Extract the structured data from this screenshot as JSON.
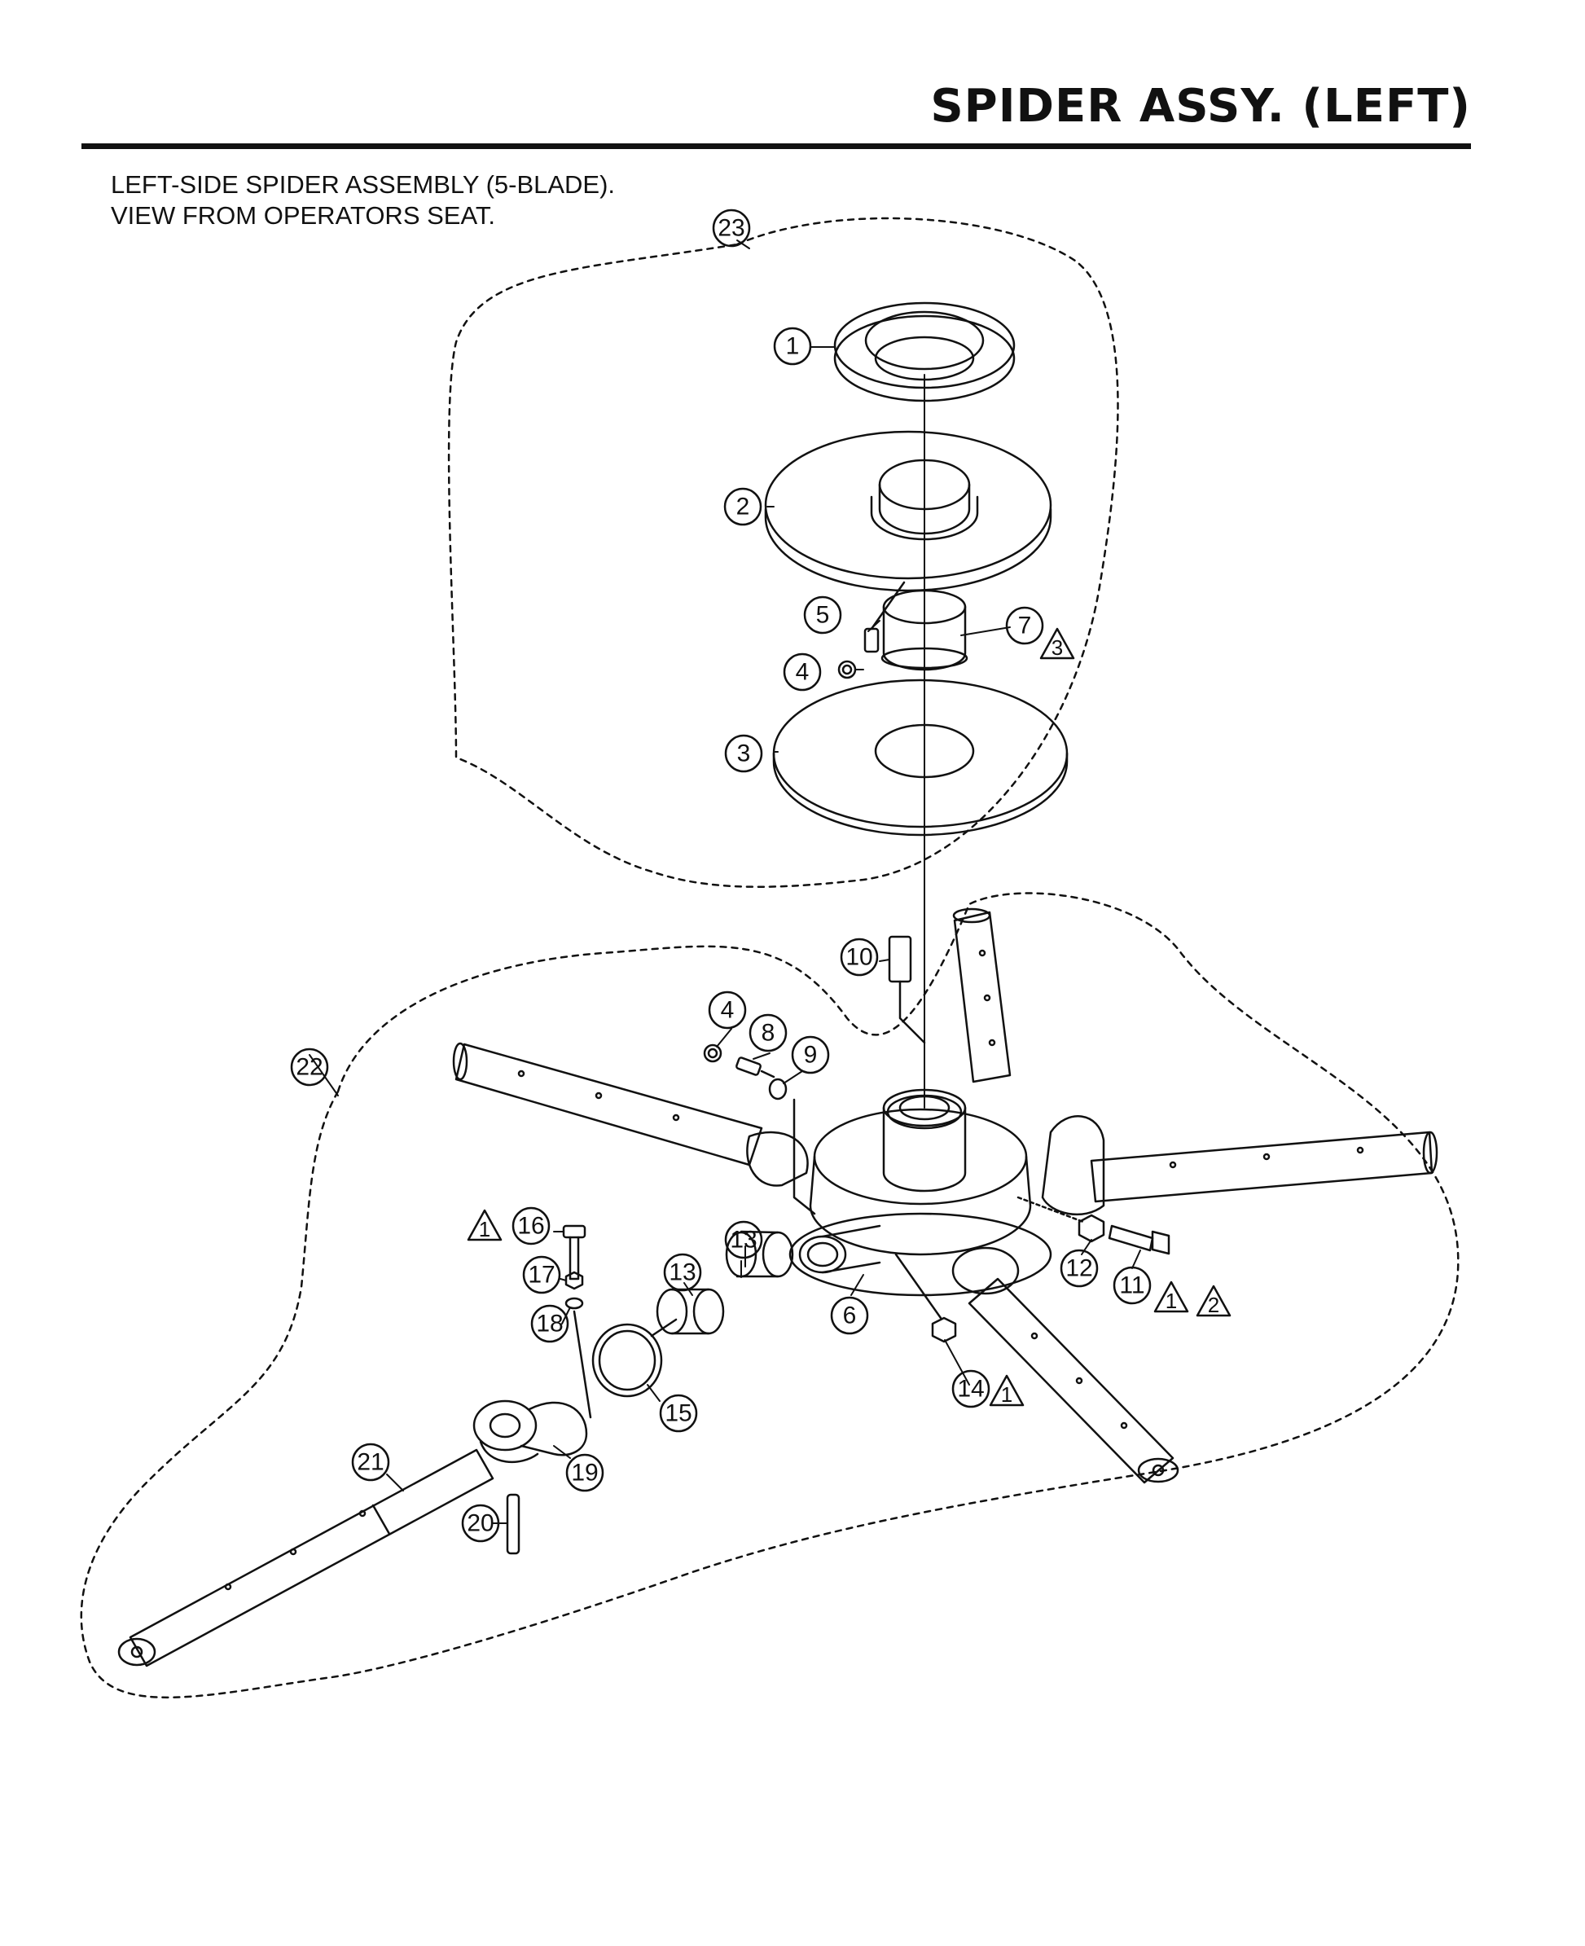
{
  "header": {
    "title": "SPIDER ASSY. (LEFT)"
  },
  "caption": {
    "line1": "LEFT-SIDE SPIDER ASSEMBLY (5-BLADE).",
    "line2": "VIEW FROM OPERATORS SEAT."
  },
  "callouts": [
    "1",
    "2",
    "3",
    "4",
    "5",
    "7",
    "10",
    "4",
    "8",
    "9",
    "22",
    "23",
    "16",
    "17",
    "18",
    "13",
    "13",
    "6",
    "12",
    "11",
    "14",
    "15",
    "19",
    "21",
    "20"
  ],
  "notes": [
    "3",
    "1",
    "1",
    "2",
    "1"
  ]
}
